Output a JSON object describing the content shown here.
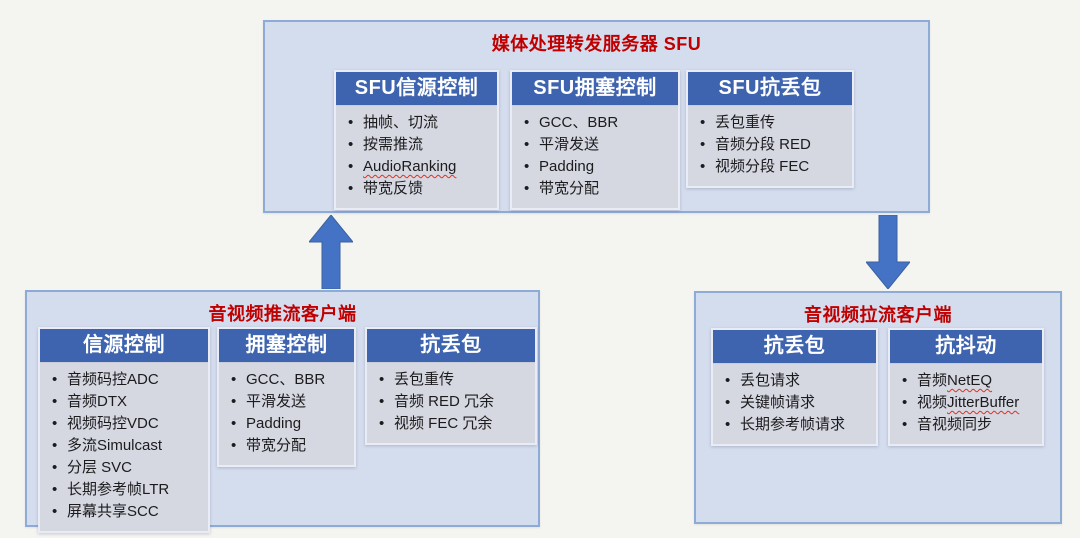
{
  "colors": {
    "title_red": "#c00000",
    "header_blue": "#3e64b0",
    "container_fill": "#d4ddee",
    "container_border": "#8eaad6",
    "panel_fill": "#d5d7e1",
    "arrow_blue": "#4472c4"
  },
  "sfu": {
    "title": "媒体处理转发服务器 SFU",
    "panels": [
      {
        "header": "SFU信源控制",
        "items": [
          {
            "text": "抽帧、切流"
          },
          {
            "text": "按需推流"
          },
          {
            "flagged": "AudioRanking"
          },
          {
            "text": "带宽反馈"
          }
        ]
      },
      {
        "header": "SFU拥塞控制",
        "items": [
          {
            "text": "GCC、BBR"
          },
          {
            "text": "平滑发送"
          },
          {
            "text": "Padding"
          },
          {
            "text": "带宽分配"
          }
        ]
      },
      {
        "header": "SFU抗丢包",
        "items": [
          {
            "text": "丢包重传"
          },
          {
            "text": "音频分段 RED"
          },
          {
            "text": "视频分段 FEC"
          }
        ]
      }
    ]
  },
  "push": {
    "title": "音视频推流客户端",
    "panels": [
      {
        "header": "信源控制",
        "items": [
          {
            "text": "音频码控ADC"
          },
          {
            "text": "音频DTX"
          },
          {
            "text": "视频码控VDC"
          },
          {
            "text": "多流Simulcast"
          },
          {
            "text": "分层 SVC"
          },
          {
            "text": "长期参考帧LTR"
          },
          {
            "text": "屏幕共享SCC"
          }
        ]
      },
      {
        "header": "拥塞控制",
        "items": [
          {
            "text": "GCC、BBR"
          },
          {
            "text": "平滑发送"
          },
          {
            "text": "Padding"
          },
          {
            "text": "带宽分配"
          }
        ]
      },
      {
        "header": "抗丢包",
        "items": [
          {
            "text": "丢包重传"
          },
          {
            "text": "音频 RED 冗余"
          },
          {
            "text": "视频 FEC 冗余"
          }
        ]
      }
    ]
  },
  "pull": {
    "title": "音视频拉流客户端",
    "panels": [
      {
        "header": "抗丢包",
        "items": [
          {
            "text": "丢包请求"
          },
          {
            "text": "关键帧请求"
          },
          {
            "text": "长期参考帧请求"
          }
        ]
      },
      {
        "header": "抗抖动",
        "items": [
          {
            "text": "音频",
            "flagged": "NetEQ"
          },
          {
            "text": "视频",
            "flagged": "JitterBuffer"
          },
          {
            "text": "音视频同步"
          }
        ]
      }
    ]
  }
}
